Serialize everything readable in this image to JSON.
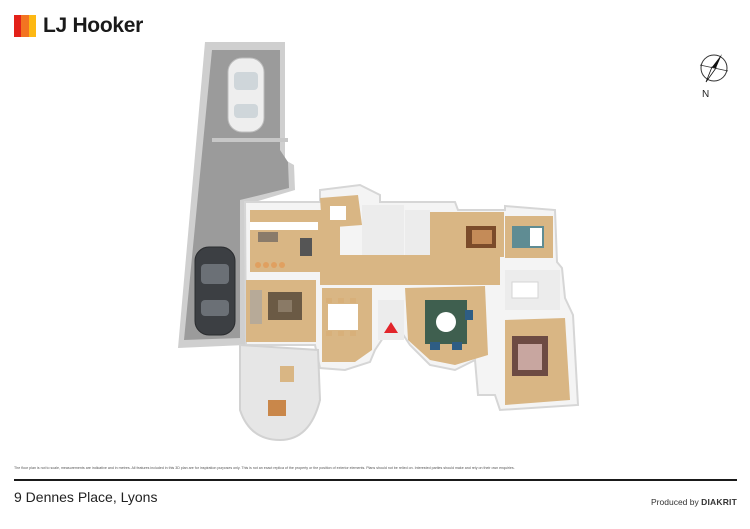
{
  "brand": {
    "name": "LJ Hooker",
    "logo_colors": [
      "#e32119",
      "#f37421",
      "#fdb813"
    ]
  },
  "compass": {
    "north_label": "N",
    "icon": "compass-rose-icon"
  },
  "floorplan": {
    "style": "3D isometric floor plan rendering",
    "colors": {
      "wood_floor": "#d9b684",
      "tile_floor": "#ececec",
      "garage_floor": "#9b9b9b",
      "walls": "#f3f3f3",
      "entry_marker": "#e2252b"
    }
  },
  "disclaimer": "The floor plan is not to scale, measurements are indicative and in metres. All features included in this 3D plan are for inspiration purposes only. This is not an exact replica of the property or the position of exterior elements. Plans should not be relied on. Interested parties should make and rely on their own enquiries.",
  "footer": {
    "address": "9 Dennes Place, Lyons",
    "produced_prefix": "Produced by",
    "producer": "DIAKRIT"
  }
}
